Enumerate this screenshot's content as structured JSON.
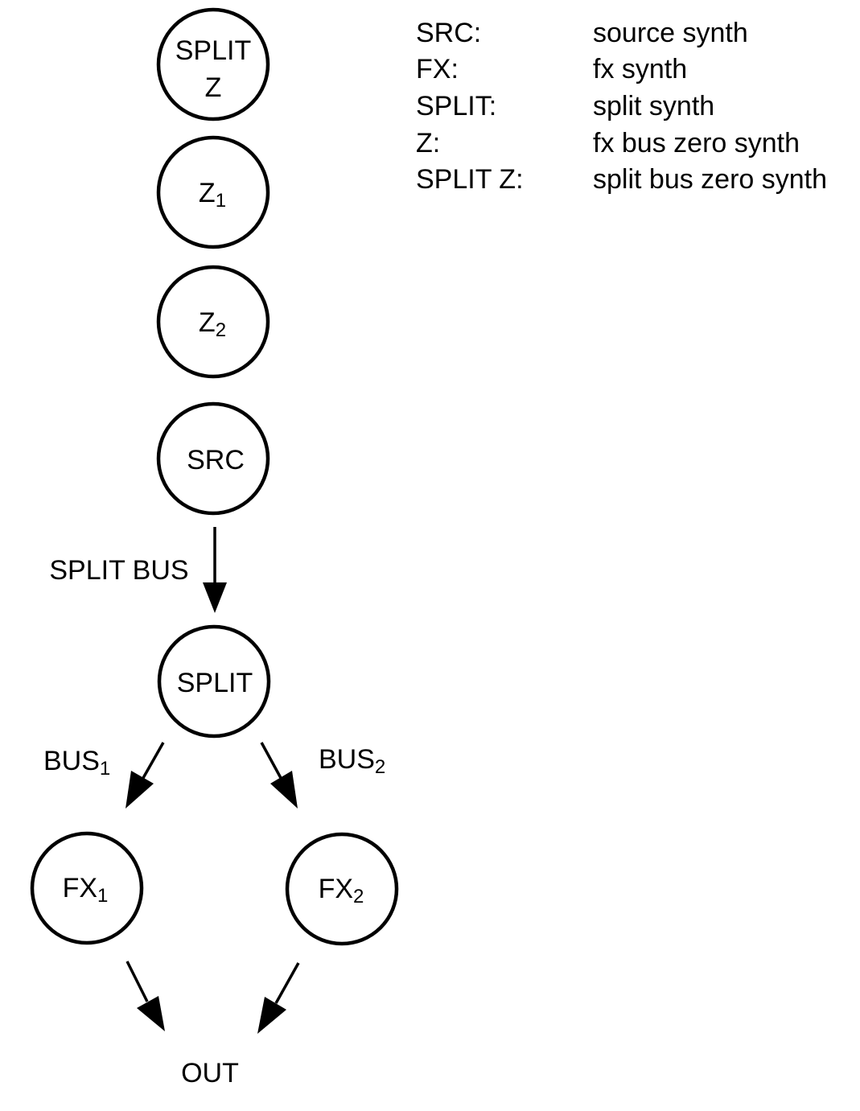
{
  "nodes": {
    "split_z": {
      "line1": "SPLIT",
      "line2": "Z"
    },
    "z1": {
      "base": "Z",
      "sub": "1"
    },
    "z2": {
      "base": "Z",
      "sub": "2"
    },
    "src": {
      "label": "SRC"
    },
    "split": {
      "label": "SPLIT"
    },
    "fx1": {
      "base": "FX",
      "sub": "1"
    },
    "fx2": {
      "base": "FX",
      "sub": "2"
    },
    "out": {
      "label": "OUT"
    }
  },
  "edges": {
    "split_bus": {
      "label": "SPLIT BUS"
    },
    "bus1": {
      "base": "BUS",
      "sub": "1"
    },
    "bus2": {
      "base": "BUS",
      "sub": "2"
    }
  },
  "legend": [
    {
      "key": "SRC:",
      "desc": "source synth"
    },
    {
      "key": "FX:",
      "desc": "fx synth"
    },
    {
      "key": "SPLIT:",
      "desc": "split synth"
    },
    {
      "key": "Z:",
      "desc": "fx bus zero synth"
    },
    {
      "key": "SPLIT Z:",
      "desc": "split bus zero synth"
    }
  ]
}
